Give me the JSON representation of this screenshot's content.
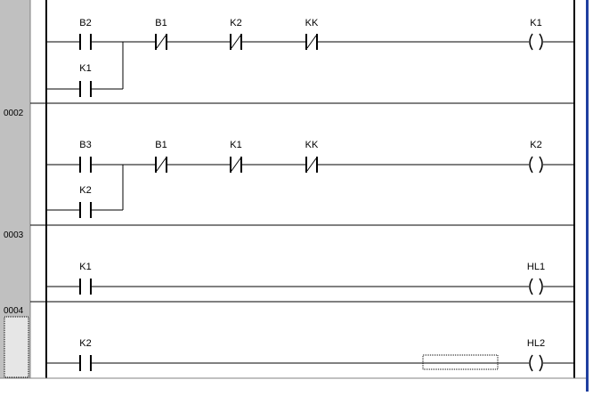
{
  "window": {
    "colors": {
      "gutter": "#c0c0c0",
      "gutter_light": "#e4e4e4",
      "canvas": "#ffffff",
      "line": "#000000",
      "right_frame": "#1f3f9f"
    }
  },
  "rungs": [
    {
      "number": "",
      "contacts": [
        {
          "label": "B2",
          "type": "NO"
        },
        {
          "label": "B1",
          "type": "NC"
        },
        {
          "label": "K2",
          "type": "NC"
        },
        {
          "label": "KK",
          "type": "NC"
        }
      ],
      "branch": {
        "label": "K1",
        "type": "NO"
      },
      "coil": {
        "label": "K1"
      }
    },
    {
      "number": "0002",
      "contacts": [
        {
          "label": "B3",
          "type": "NO"
        },
        {
          "label": "B1",
          "type": "NC"
        },
        {
          "label": "K1",
          "type": "NC"
        },
        {
          "label": "KK",
          "type": "NC"
        }
      ],
      "branch": {
        "label": "K2",
        "type": "NO"
      },
      "coil": {
        "label": "K2"
      }
    },
    {
      "number": "0003",
      "contacts": [
        {
          "label": "K1",
          "type": "NO"
        }
      ],
      "coil": {
        "label": "HL1"
      }
    },
    {
      "number": "0004",
      "contacts": [
        {
          "label": "K2",
          "type": "NO"
        }
      ],
      "coil": {
        "label": "HL2"
      },
      "selected": true
    }
  ]
}
